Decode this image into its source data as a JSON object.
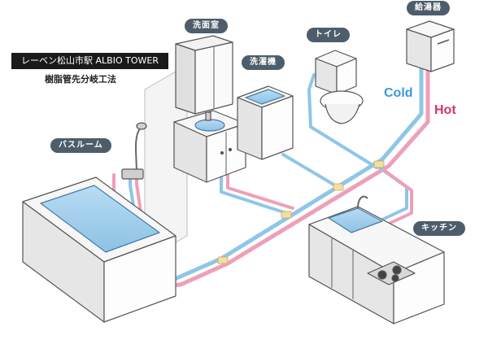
{
  "title": "レーベン松山市駅 ALBIO TOWER",
  "subtitle": "樹脂管先分岐工法",
  "labels": {
    "washroom": "洗面室",
    "washing_machine": "洗濯機",
    "toilet": "トイレ",
    "water_heater": "給湯器",
    "bathroom": "バスルーム",
    "kitchen": "キッチン"
  },
  "legend": {
    "cold": "Cold",
    "hot": "Hot"
  },
  "colors": {
    "cold_pipe": "#8fc6e8",
    "hot_pipe": "#ef9fb7",
    "label_bg": "#4d5d6b",
    "cold_text": "#3b9ad8",
    "hot_text": "#d6336c"
  }
}
